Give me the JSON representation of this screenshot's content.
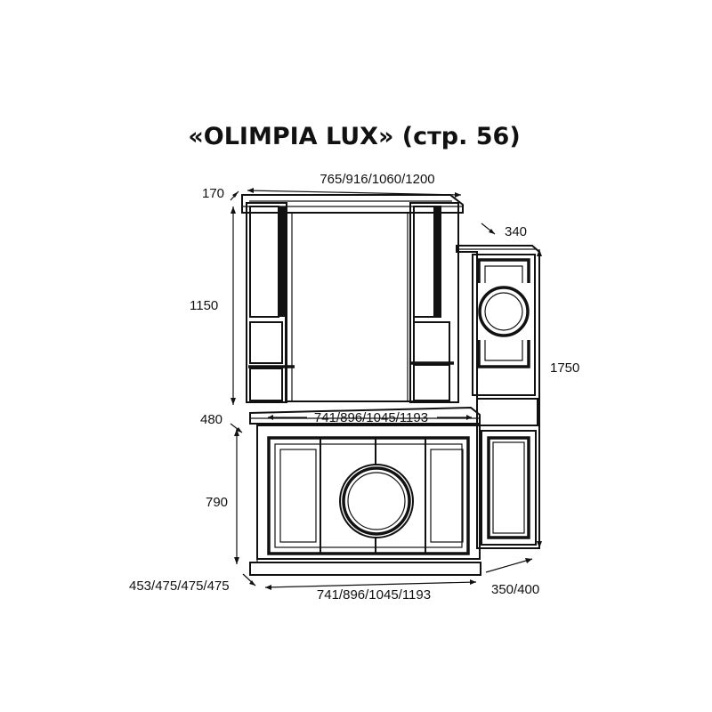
{
  "title": "«OLIMPIA LUX» (стр. 56)",
  "dimensions": {
    "mirror_depth": "170",
    "mirror_width": "765/916/1060/1200",
    "mirror_height": "1150",
    "column_depth": "340",
    "column_height": "1750",
    "vanity_top_depth": "480",
    "vanity_top_width": "741/896/1045/1193",
    "vanity_height": "790",
    "vanity_depth": "453/475/475/475",
    "vanity_base_width": "741/896/1045/1193",
    "column_width": "350/400"
  },
  "colors": {
    "line": "#111111",
    "background": "#ffffff"
  }
}
